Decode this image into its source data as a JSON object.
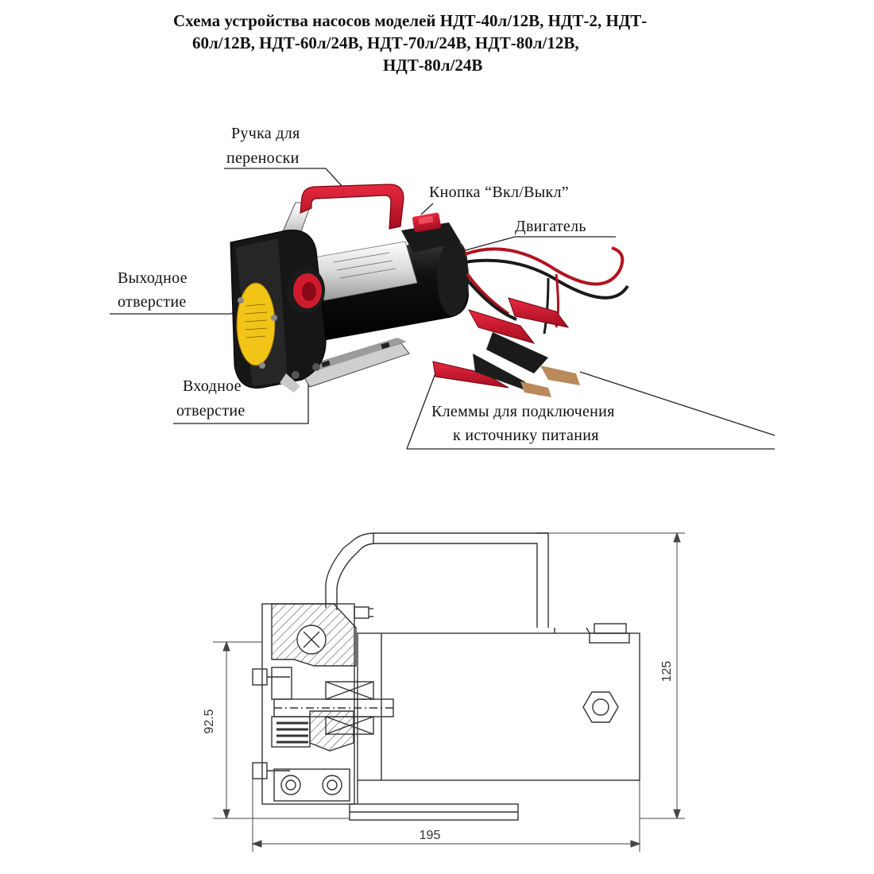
{
  "title": {
    "line1": "Схема устройства насосов моделей НДТ-40л/12В, НДТ-2, НДТ-",
    "line2": "60л/12В, НДТ-60л/24В, НДТ-70л/24В, НДТ-80л/12В,",
    "line3": "НДТ-80л/24В"
  },
  "labels": {
    "handle_1": "Ручка для",
    "handle_2": "переноски",
    "button": "Кнопка “Вкл/Выкл”",
    "motor": "Двигатель",
    "outlet_1": "Выходное",
    "outlet_2": "отверстие",
    "inlet_1": "Входное",
    "inlet_2": "отверстие",
    "clamps_1": "Клеммы для подключения",
    "clamps_2": "к источнику питания"
  },
  "dimensions": {
    "height_total": "125",
    "height_axis": "92.5",
    "length": "195"
  },
  "colors": {
    "handle_red": "#c8102e",
    "body_black": "#141414",
    "label_yellow": "#f2c417",
    "cable_red": "#b3121f"
  }
}
